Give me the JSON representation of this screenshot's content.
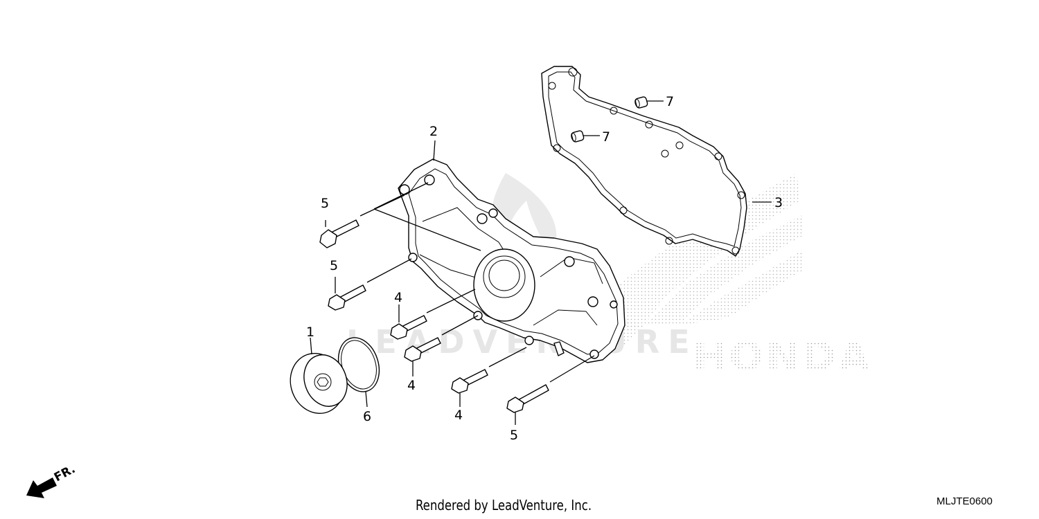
{
  "diagram": {
    "callouts": {
      "c1": "1",
      "c2": "2",
      "c3": "3",
      "c4a": "4",
      "c4b": "4",
      "c4c": "4",
      "c5a": "5",
      "c5b": "5",
      "c5c": "5",
      "c6": "6",
      "c7a": "7",
      "c7b": "7"
    },
    "direction_label": "FR.",
    "watermark_text": "LEADVENTURE",
    "brand_watermark": "HONDA"
  },
  "footer": {
    "credit": "Rendered by LeadVenture, Inc.",
    "diagram_code": "MLJTE0600"
  }
}
